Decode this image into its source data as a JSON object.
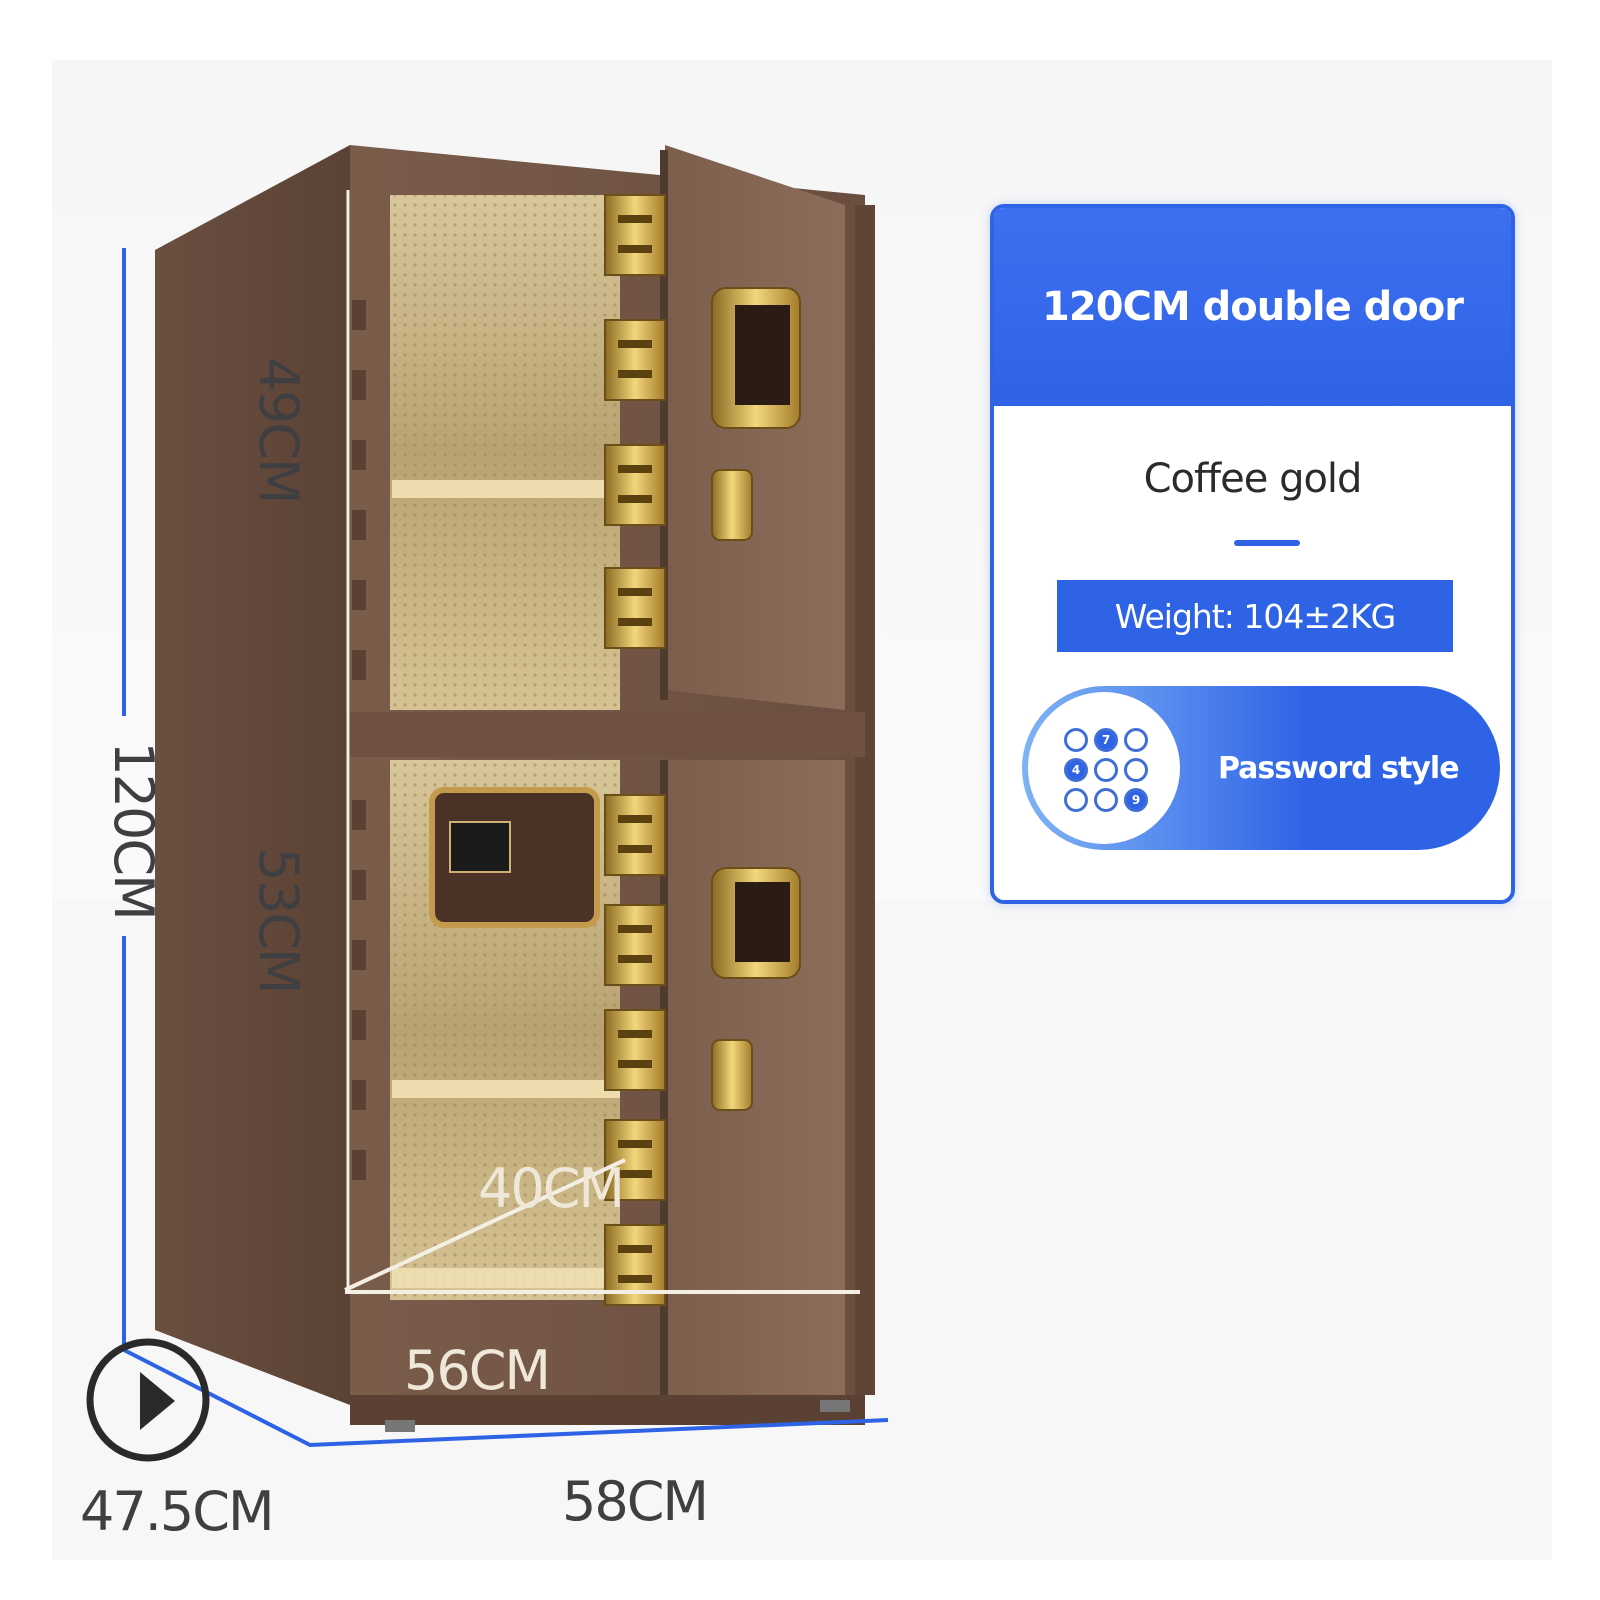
{
  "dimensions": {
    "height_total": "120CM",
    "upper_compartment": "49CM",
    "lower_compartment": "53CM",
    "interior_depth": "40CM",
    "interior_width": "56CM",
    "depth": "47.5CM",
    "width": "58CM"
  },
  "info_card": {
    "title": "120CM double door",
    "color_name": "Coffee gold",
    "weight": "Weight: 104±2KG",
    "lock_type": "Password style",
    "keypad_keys": [
      "",
      "7",
      "",
      "4",
      "",
      "",
      "",
      "",
      "9"
    ]
  },
  "colors": {
    "accent_blue": "#2f63e6",
    "safe_body": "#6f5241",
    "bolt_gold": "#c9a24a",
    "interior_gold": "#b8a070"
  },
  "icons": {
    "play_button": "play-circle-icon",
    "keypad": "numeric-keypad-icon"
  }
}
